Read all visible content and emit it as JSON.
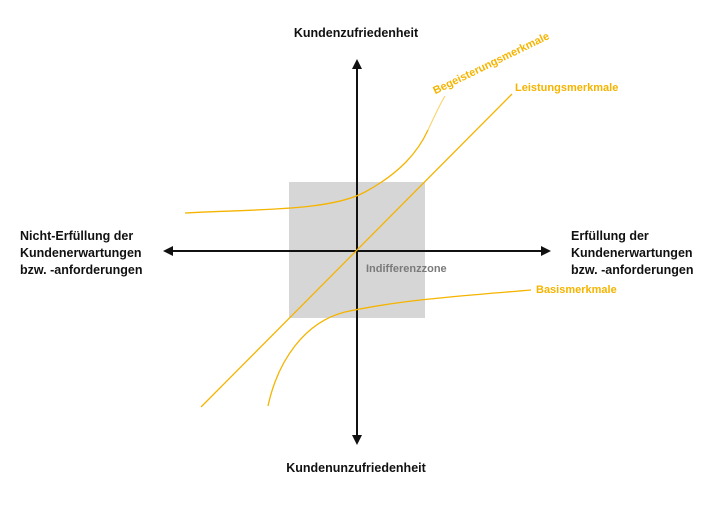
{
  "axes": {
    "top_label": "Kundenzufriedenheit",
    "bottom_label": "Kundenunzufriedenheit",
    "left_label": [
      "Nicht-Erfüllung der",
      "Kundenerwartungen",
      "bzw. -anforderungen"
    ],
    "right_label": [
      "Erfüllung der",
      "Kundenerwartungen",
      "bzw. -anforderungen"
    ]
  },
  "zone": {
    "label": "Indifferenzzone"
  },
  "curves": {
    "begeisterung": "Begeisterungsmerkmale",
    "leistung": "Leistungsmerkmale",
    "basis": "Basismerkmale"
  },
  "colors": {
    "accent": "#f5b400",
    "axis": "#111111",
    "zone_fill": "#d6d6d6",
    "zone_text": "#7a7a7a"
  }
}
